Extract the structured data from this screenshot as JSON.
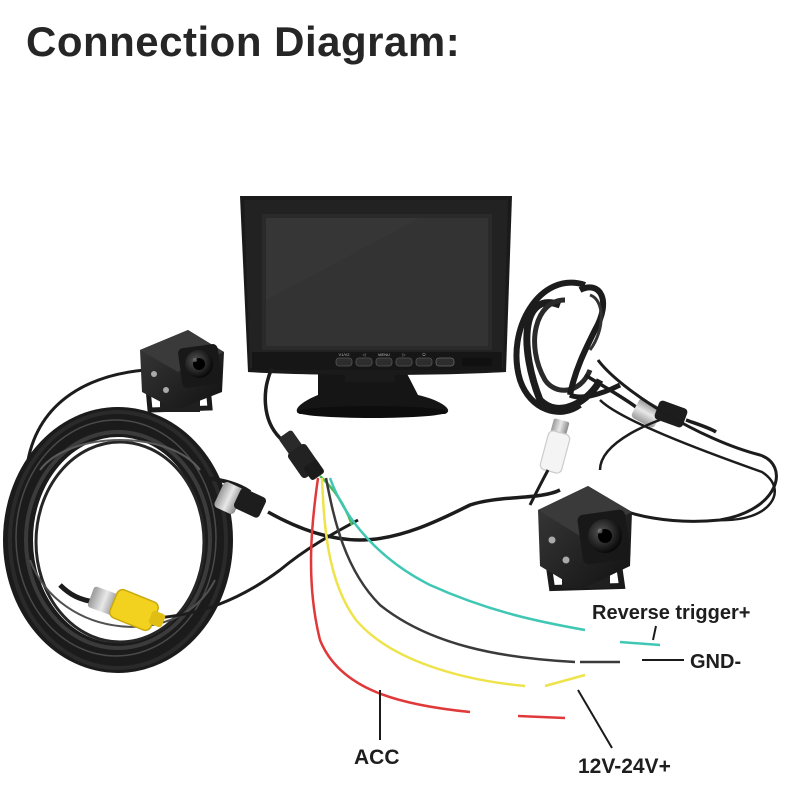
{
  "title": "Connection Diagram:",
  "labels": {
    "reverse_trigger": "Reverse trigger+",
    "gnd": "GND-",
    "acc": "ACC",
    "power": "12V-24V+"
  },
  "monitor": {
    "button_labels": [
      "V1/V2",
      "◁",
      "MENU",
      "▷",
      "⏻"
    ]
  },
  "wire_colors": {
    "reverse_trigger": "#3fc7b3",
    "gnd": "#3a3a3a",
    "acc": "#e0393a",
    "power": "#eee34a",
    "green": "#4fb85a",
    "rca_yellow": "#f2d21e"
  }
}
